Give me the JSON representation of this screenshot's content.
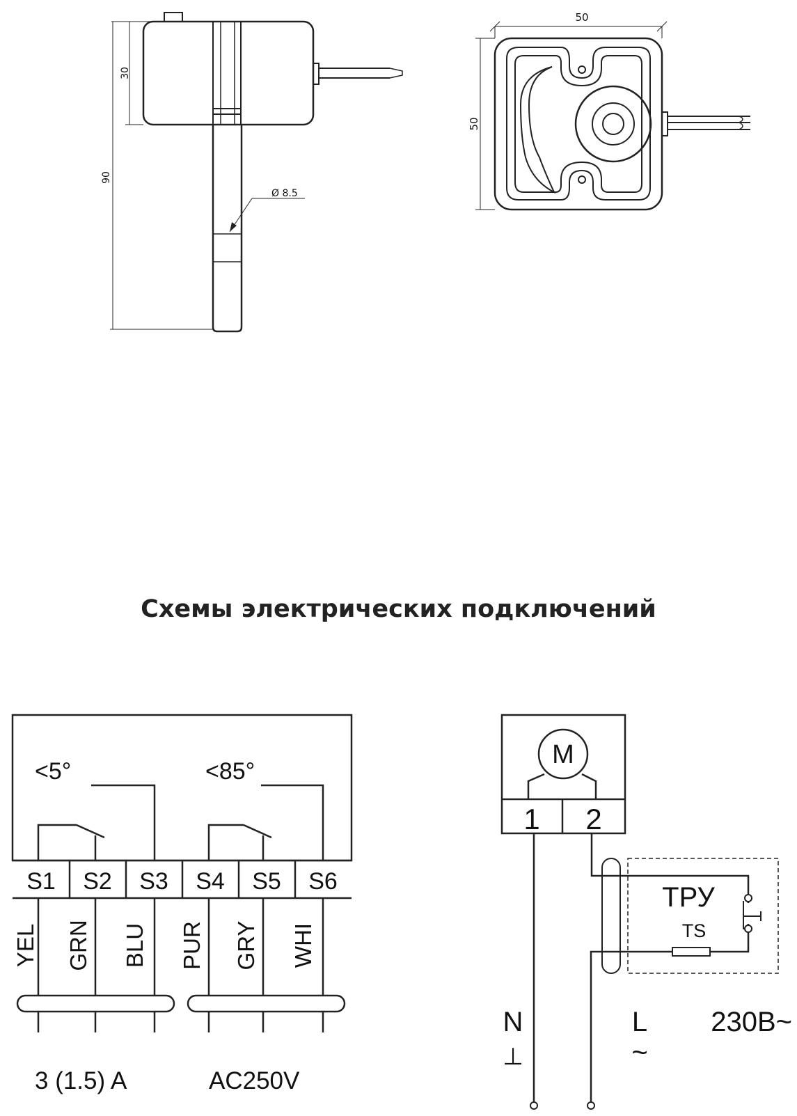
{
  "drawing": {
    "side_view": {
      "dim_height_body": "30",
      "dim_height_total": "90",
      "dim_diameter": "Ø 8.5"
    },
    "front_view": {
      "dim_width": "50",
      "dim_height": "50"
    }
  },
  "heading": "Схемы электрических подключений",
  "thermostat_schematic": {
    "threshold_low": "<5°",
    "threshold_high": "<85°",
    "terminals": [
      "S1",
      "S2",
      "S3",
      "S4",
      "S5",
      "S6"
    ],
    "wire_colors": [
      "YEL",
      "GRN",
      "BLU",
      "PUR",
      "GRY",
      "WHI"
    ],
    "rating_current": "3 (1.5) A",
    "rating_voltage": "AC250V"
  },
  "motor_schematic": {
    "motor_label": "M",
    "terminals": [
      "1",
      "2"
    ],
    "device_label": "ТРУ",
    "device_sublabel": "TS",
    "neutral_label": "N",
    "neutral_symbol": "⊥",
    "line_label": "L",
    "line_symbol": "~",
    "supply_voltage": "230B~"
  }
}
